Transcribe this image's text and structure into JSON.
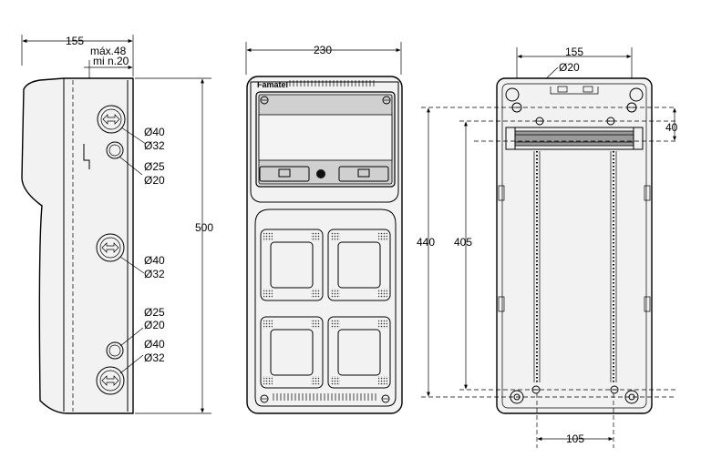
{
  "side_view": {
    "dim_width": "155",
    "dim_max": "máx.48",
    "dim_min": "mi n.20",
    "dim_height": "500",
    "knockouts_top": [
      "Ø40",
      "Ø32"
    ],
    "knockouts_mid1": [
      "Ø25",
      "Ø20"
    ],
    "knockouts_mid2": [
      "Ø40",
      "Ø32"
    ],
    "knockouts_low1": [
      "Ø25",
      "Ø20"
    ],
    "knockouts_low2": [
      "Ø40",
      "Ø32"
    ]
  },
  "front_view": {
    "dim_width": "230",
    "brand": "Famatel"
  },
  "back_view": {
    "dim_width": "155",
    "dim_hole": "Ø20",
    "dim_rail_offset": "40",
    "dim_total_height": "440",
    "dim_rail_height": "405",
    "dim_rail_spacing": "105"
  },
  "colors": {
    "outline": "#000000",
    "fill_light": "#f2f2f2",
    "fill_panel": "#e6e6e6"
  }
}
